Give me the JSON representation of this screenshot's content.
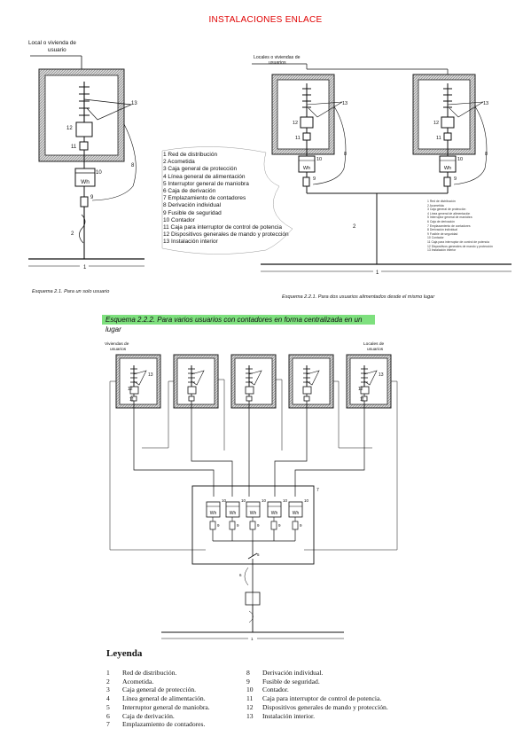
{
  "page_title": "INSTALACIONES ENLACE",
  "schema1": {
    "caption": "Esquema 2.1. Para un solo usuario",
    "label_local": "Local o vivienda de",
    "label_local2": "usuario"
  },
  "schema2": {
    "caption": "Esquema 2.2.1. Para dos usuarios alimentados desde el mismo lugar",
    "label_locales": "Locales o viviendas de",
    "label_locales2": "usuarios"
  },
  "schema3": {
    "caption": "Esquema 2.2.2. Para varios usuarios con contadores en forma centralizada en un lugar",
    "label_viviendas": "Viviendas de",
    "label_viviendas2": "usuarios",
    "label_locales": "Locales de",
    "label_locales2": "usuarios"
  },
  "meter_label": "Wh",
  "numbers": {
    "n1": "1",
    "n2": "2",
    "n5": "5",
    "n6": "6",
    "n7": "7",
    "n8": "8",
    "n9": "9",
    "n10": "10",
    "n11": "11",
    "n12": "12",
    "n13": "13"
  },
  "key_list": [
    "1 Red de distribución",
    "2 Acometida",
    "3 Caja general de protección",
    "4 Línea general de alimentación",
    "5 Interruptor general de maniobra",
    "6 Caja de derivación",
    "7 Emplazamiento de contadores",
    "8 Derivación individual",
    "9 Fusible de seguridad",
    "10 Contador",
    "11 Caja para interruptor de control de potencia",
    "12 Dispositivos generales de mando y protección",
    "13 Instalación interior"
  ],
  "legend": {
    "title": "Leyenda",
    "left": [
      {
        "n": "1",
        "t": "Red de distribución."
      },
      {
        "n": "2",
        "t": "Acometida."
      },
      {
        "n": "3",
        "t": "Caja general de protección."
      },
      {
        "n": "4",
        "t": "Línea general de alimentación."
      },
      {
        "n": "5",
        "t": "Interruptor general de maniobra."
      },
      {
        "n": "6",
        "t": "Caja de derivación."
      },
      {
        "n": "7",
        "t": "Emplazamiento de contadores."
      }
    ],
    "right": [
      {
        "n": "8",
        "t": "Derivación individual."
      },
      {
        "n": "9",
        "t": "Fusible de seguridad."
      },
      {
        "n": "10",
        "t": "Contador."
      },
      {
        "n": "11",
        "t": "Caja para interruptor de control de potencia."
      },
      {
        "n": "12",
        "t": "Dispositivos generales de mando y protección."
      },
      {
        "n": "13",
        "t": "Instalación interior."
      }
    ]
  }
}
